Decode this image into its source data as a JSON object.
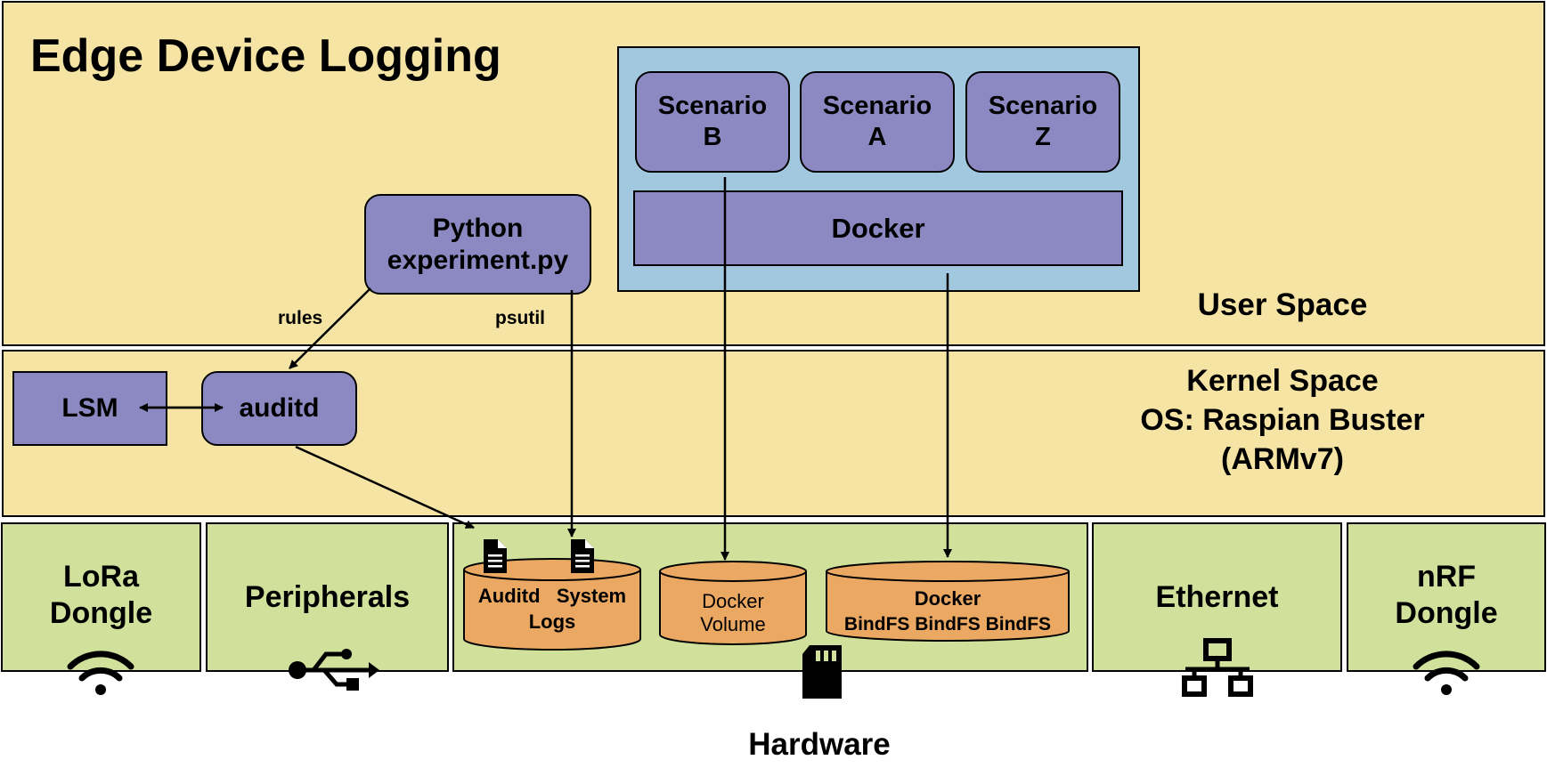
{
  "title": "Edge Device Logging",
  "user_space": {
    "label": "User Space",
    "docker_group": {
      "scenarios": [
        "Scenario\nB",
        "Scenario\nA",
        "Scenario\nZ"
      ],
      "docker_label": "Docker"
    },
    "python_box": "Python\nexperiment.py"
  },
  "kernel_space": {
    "label": "Kernel Space\nOS: Raspian Buster\n(ARMv7)",
    "lsm": "LSM",
    "auditd": "auditd"
  },
  "edges": {
    "rules": "rules",
    "psutil": "psutil"
  },
  "hardware": {
    "label": "Hardware",
    "lora": "LoRa\nDongle",
    "peripherals": "Peripherals",
    "ethernet": "Ethernet",
    "nrf": "nRF\nDongle",
    "storage": {
      "logs_line1": "Auditd   System",
      "logs_line2": "Logs",
      "volume": "Docker\nVolume",
      "bindfs_line1": "Docker",
      "bindfs_line2": "BindFS BindFS BindFS"
    },
    "icons": [
      "wifi-icon",
      "usb-icon",
      "sd-card-icon",
      "network-icon",
      "wifi-icon",
      "document-icon"
    ]
  },
  "colors": {
    "layer_fill": "#f5e4a3",
    "hardware_fill": "#d1e09a",
    "component_fill": "#8c89c2",
    "docker_group_fill": "#a2c8e0",
    "storage_fill": "#eba862"
  }
}
